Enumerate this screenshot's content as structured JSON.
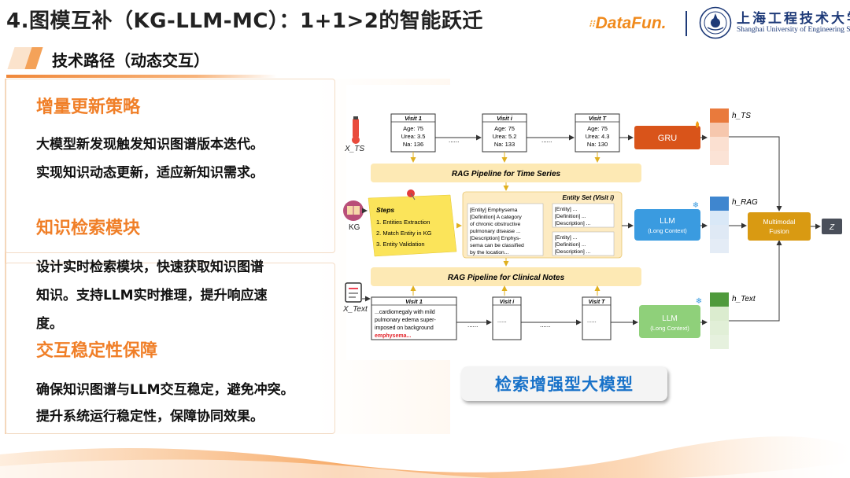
{
  "header": {
    "title": "4.图模互补（KG-LLM-MC）：1+1>2的智能跃迁",
    "logo_text": "DataFun.",
    "university_cn": "上海工程技术大学",
    "university_en": "Shanghai University of Engineering Science"
  },
  "subtitle": "技术路径（动态交互）",
  "sections": [
    {
      "title": "增量更新策略",
      "lines": [
        "大模型新发现触发知识图谱版本迭代。",
        "实现知识动态更新，适应新知识需求。"
      ]
    },
    {
      "title": "知识检索模块",
      "lines": [
        "设计实时检索模块，快速获取知识图谱",
        "知识。支持LLM实时推理，提升响应速",
        "度。"
      ]
    },
    {
      "title": "交互稳定性保障",
      "lines": [
        "确保知识图谱与LLM交互稳定，避免冲突。",
        "提升系统运行稳定性，保障协同效果。"
      ]
    }
  ],
  "diagram": {
    "inputs": {
      "ts": "X_TS",
      "kg": "KG",
      "text": "X_Text"
    },
    "visits": [
      {
        "name": "Visit 1",
        "age": "Age: 75",
        "urea": "Urea: 3.5",
        "na": "Na: 136"
      },
      {
        "name": "Visit i",
        "age": "Age: 75",
        "urea": "Urea: 5.2",
        "na": "Na: 133"
      },
      {
        "name": "Visit T",
        "age": "Age: 75",
        "urea": "Urea: 4.3",
        "na": "Na: 130"
      }
    ],
    "ellipsis": "......",
    "gru": "GRU",
    "rag_ts": "RAG Pipeline for Time Series",
    "rag_cn": "RAG Pipeline for Clinical Notes",
    "steps_title": "Steps",
    "steps": [
      "1. Entities Extraction",
      "2. Match Entity in KG",
      "3. Entity Validation"
    ],
    "entity_set_title": "Entity Set (Visit i)",
    "entity_main": [
      "[Entity] Emphysema",
      "[Definition] A category",
      "of chronic obstructive",
      "pulmonary disease ...",
      "[Description] Enphys-",
      "sema can be classified",
      "by the location..."
    ],
    "entity_small": [
      "[Entity] ...",
      "[Definition] ...",
      "[Description] ..."
    ],
    "llm_label": "LLM",
    "llm_sub": "(Long Context)",
    "fusion": [
      "Multimodal",
      "Fusion"
    ],
    "z_label": "Z",
    "h_ts": "h_TS",
    "h_rag": "h_RAG",
    "h_text": "h_Text",
    "note_visits": [
      "Visit 1",
      "Visit i",
      "Visit T"
    ],
    "note_text": [
      "...cardiomegaly with mild",
      "pulmonary edema super-",
      "imposed on background"
    ],
    "note_highlight": "emphysema...",
    "note_dots": "......"
  },
  "caption": "检索增强型大模型",
  "colors": {
    "accent_orange": "#f07f28",
    "caption_blue": "#1872c9",
    "gru": "#d9541a",
    "llm_blue": "#3a9be0",
    "llm_green": "#8fd07a",
    "fusion": "#d99a12",
    "rag_band": "#fde9b4"
  }
}
